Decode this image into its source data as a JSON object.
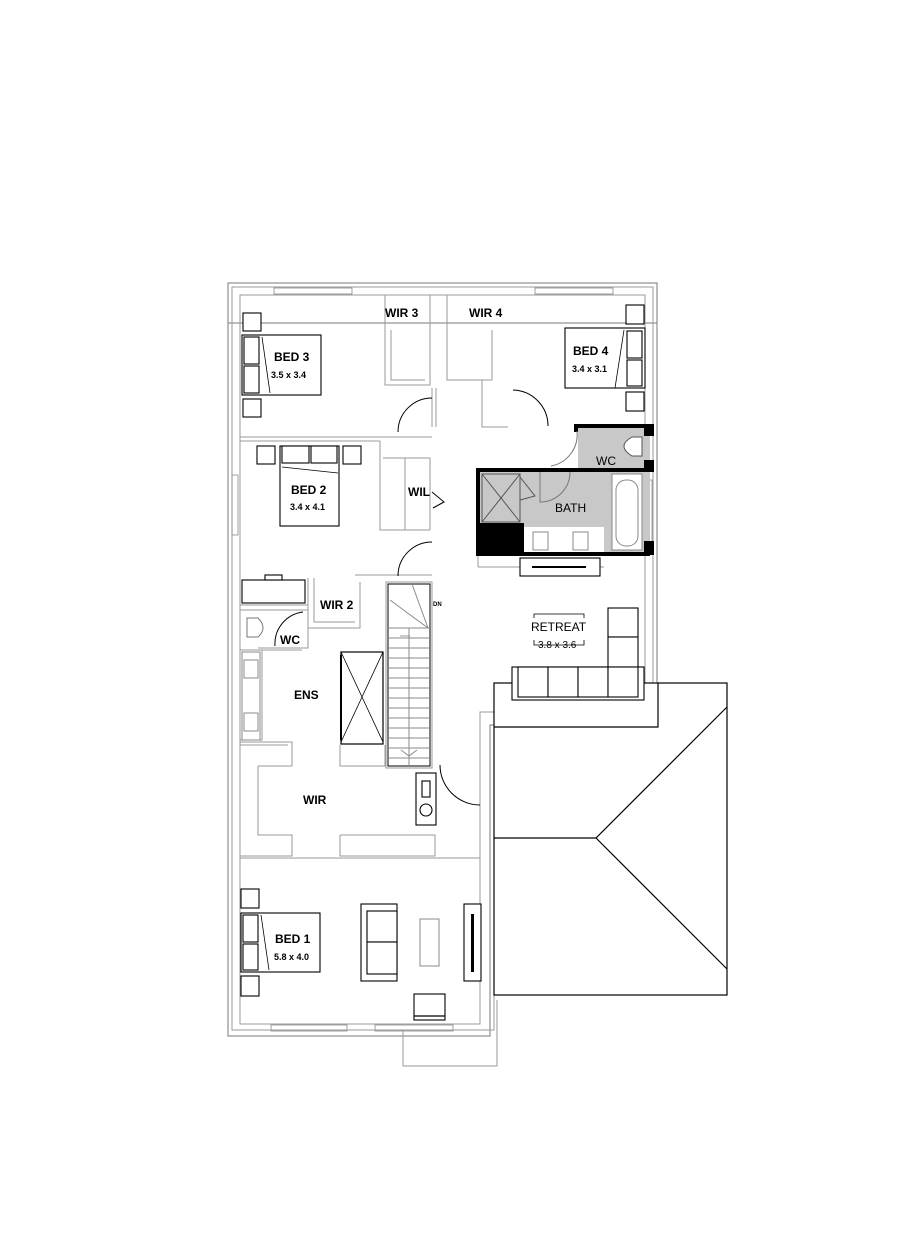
{
  "plan": {
    "rooms": {
      "bed3": {
        "name": "BED 3",
        "size": "3.5 x 3.4"
      },
      "bed4": {
        "name": "BED 4",
        "size": "3.4 x 3.1"
      },
      "bed2": {
        "name": "BED 2",
        "size": "3.4 x 4.1"
      },
      "bed1": {
        "name": "BED 1",
        "size": "5.8 x 4.0"
      },
      "retreat": {
        "name": "RETREAT",
        "size": "3.8 x 3.6"
      },
      "wir3": {
        "name": "WIR 3"
      },
      "wir4": {
        "name": "WIR 4"
      },
      "wir2": {
        "name": "WIR 2"
      },
      "wir": {
        "name": "WIR"
      },
      "wil": {
        "name": "WIL"
      },
      "wc_upper": {
        "name": "WC"
      },
      "wc_ens": {
        "name": "WC"
      },
      "bath": {
        "name": "BATH"
      },
      "ens": {
        "name": "ENS"
      }
    },
    "stair": {
      "label": "DN"
    },
    "colors": {
      "wall_line": "#9a9a9a",
      "wet_area": "#c8c8c8",
      "solid": "#000000",
      "background": "#ffffff"
    }
  }
}
